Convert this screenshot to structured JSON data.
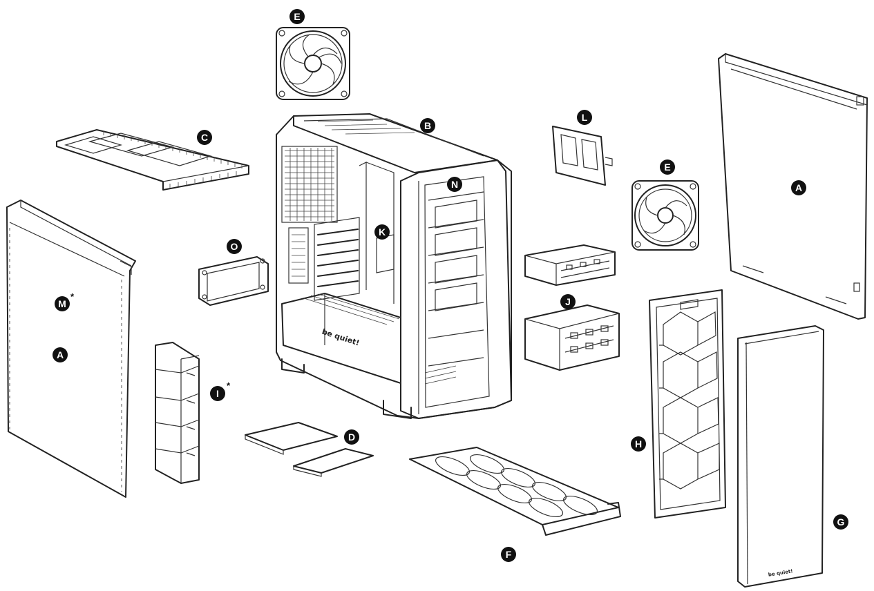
{
  "callouts": {
    "E_top": "E",
    "B": "B",
    "C": "C",
    "L": "L",
    "E_right": "E",
    "A_right": "A",
    "N": "N",
    "K": "K",
    "O": "O",
    "M": "M",
    "M_star": "*",
    "A_left": "A",
    "J": "J",
    "I": "I",
    "I_star": "*",
    "D": "D",
    "H": "H",
    "F": "F",
    "G": "G"
  },
  "brand": {
    "case_front_logo": "be quiet!",
    "panel_logo": "be quiet!"
  },
  "colors": {
    "callout_fill": "#111111",
    "line": "#222222",
    "background": "#ffffff"
  }
}
